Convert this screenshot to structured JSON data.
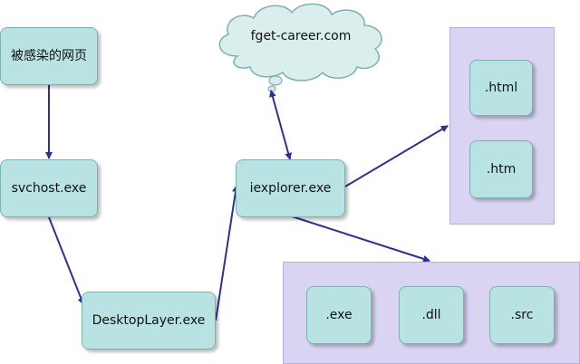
{
  "nodes": {
    "infected_page": "被感染的网页",
    "svchost": "svchost.exe",
    "desktoplayer": "DesktopLayer.exe",
    "iexplorer": "iexplorer.exe",
    "cloud": "fget-career.com",
    "html": ".html",
    "htm": ".htm",
    "exe": ".exe",
    "dll": ".dll",
    "src": ".src"
  },
  "colors": {
    "node_fill": "#b9e3e3",
    "node_border": "#7fb0b0",
    "panel_fill": "#d8d4f2",
    "arrow": "#2e3192",
    "cloud_fill": "#dbeeee"
  }
}
